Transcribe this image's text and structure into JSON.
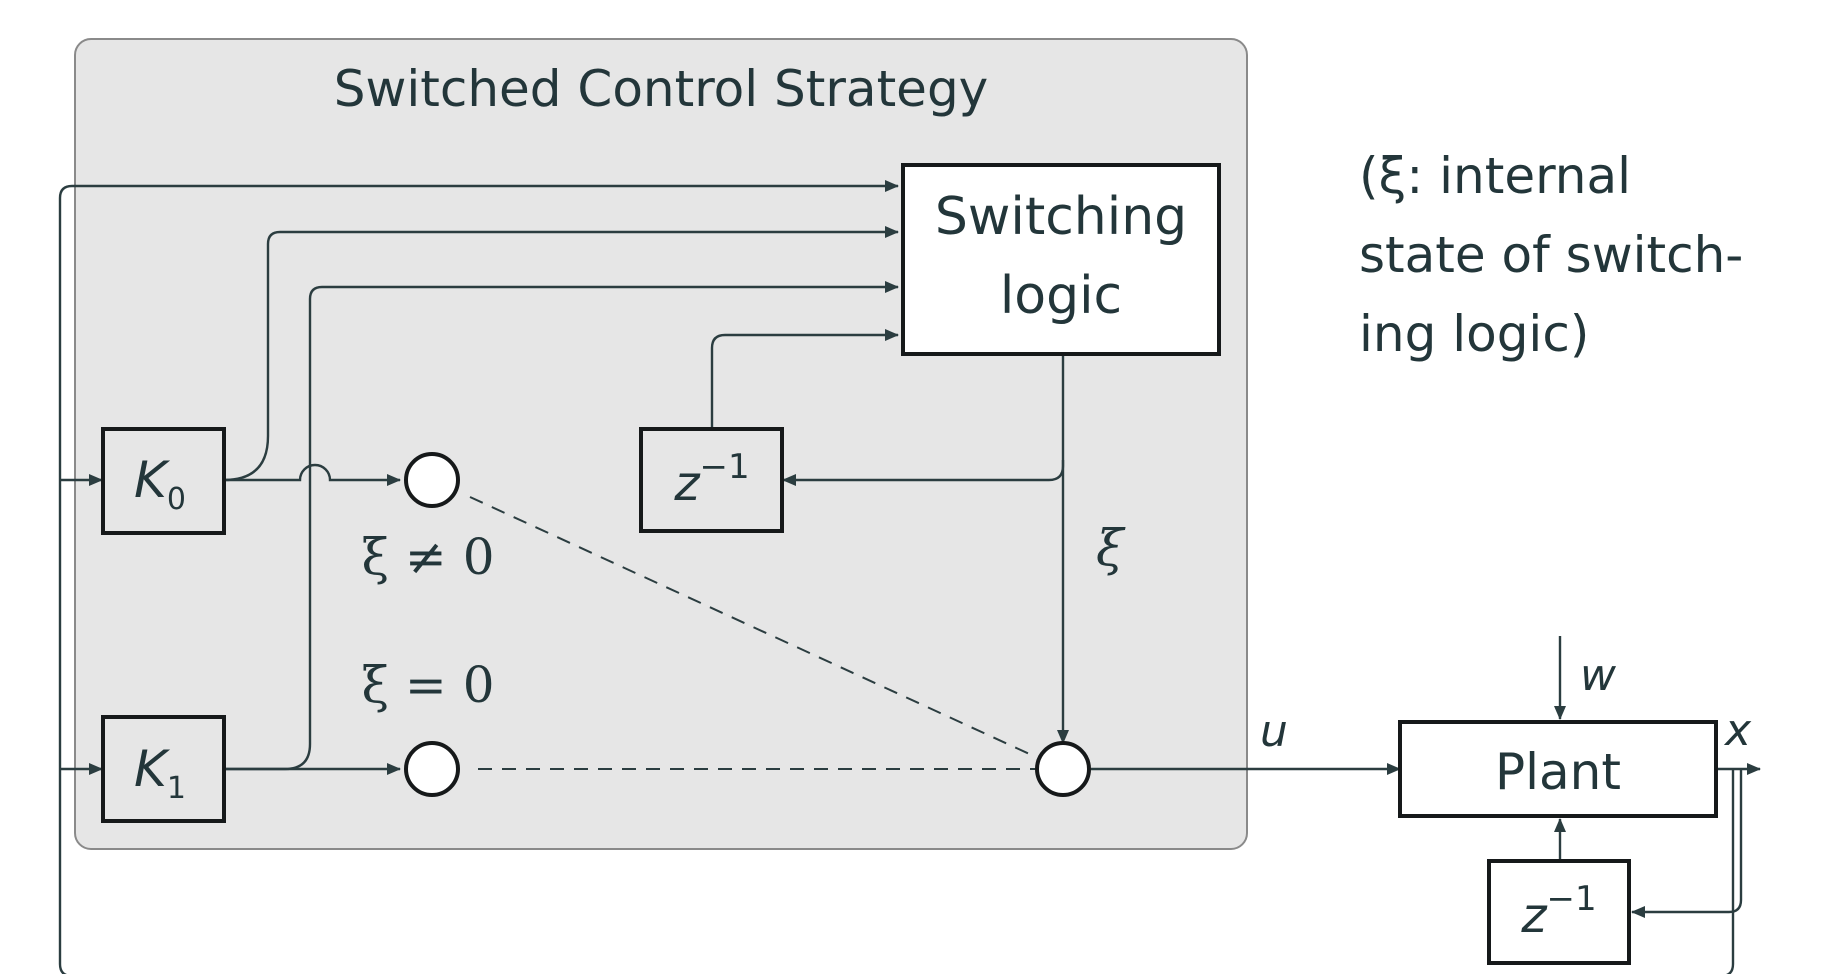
{
  "group": {
    "title": "Switched Control Strategy"
  },
  "note": {
    "lines": [
      "(ξ: internal",
      "state of switch-",
      "ing logic)"
    ]
  },
  "blocks": {
    "switching_logic": {
      "lines": [
        "Switching",
        "logic"
      ]
    },
    "k0": {
      "base": "K",
      "sub": "0"
    },
    "k1": {
      "base": "K",
      "sub": "1"
    },
    "delay_inner": {
      "base": "z",
      "sup": "−1"
    },
    "delay_plant": {
      "base": "z",
      "sup": "−1"
    },
    "plant": {
      "label": "Plant"
    }
  },
  "labels": {
    "xi_signal": "ξ",
    "cond_nonzero": "ξ ≠ 0",
    "cond_zero": "ξ = 0",
    "u": "u",
    "w": "w",
    "x": "x"
  },
  "colors": {
    "group_fill": "#e6e6e6",
    "group_stroke": "#8a8a8a",
    "wire": "#2b3d40",
    "text": "#23363a"
  }
}
